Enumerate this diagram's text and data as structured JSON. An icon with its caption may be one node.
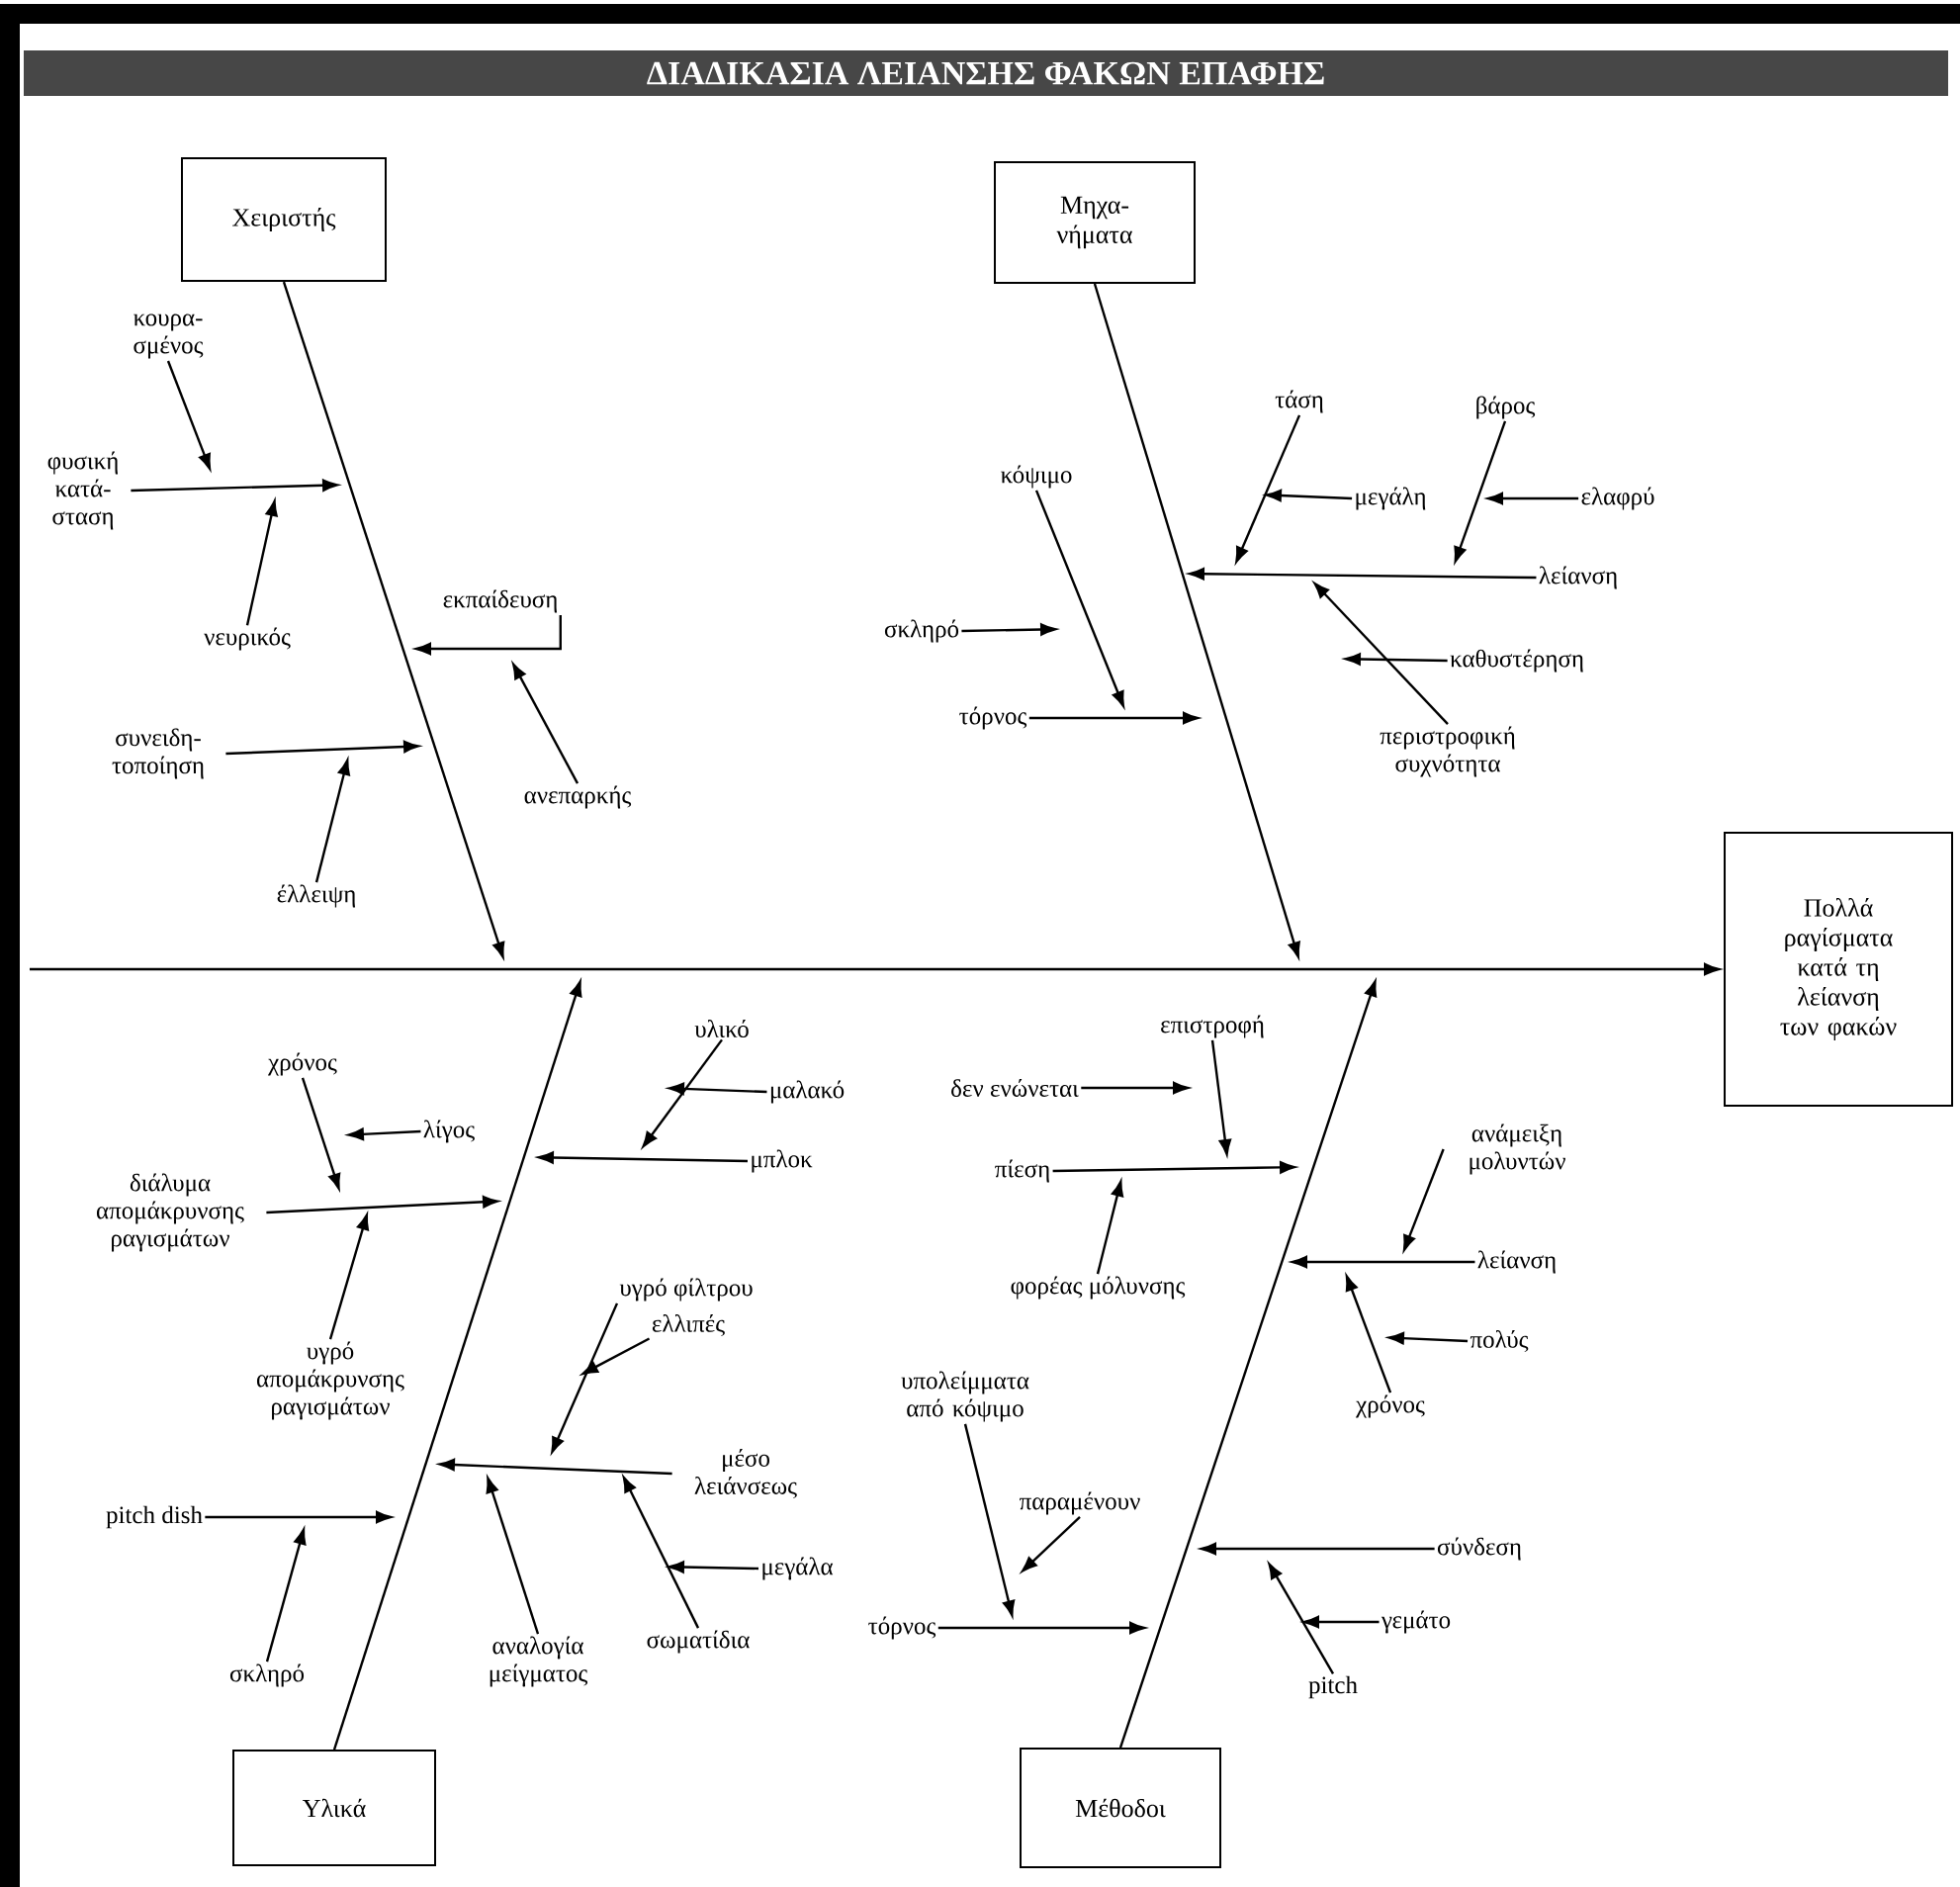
{
  "diagram": {
    "title": "ΔΙΑΔΙΚΑΣΙΑ ΛΕΙΑΝΣΗΣ ΦΑΚΩΝ ΕΠΑΦΗΣ",
    "nodes": [
      {
        "text": [
          "Χειριστής"
        ]
      },
      {
        "text": [
          "Μηχα- νήματα"
        ]
      },
      {
        "text": [
          "Πολλά ραγίσματα κατά τη λείανση των φακών"
        ]
      },
      {
        "text": [
          "Υλικά"
        ]
      },
      {
        "text": [
          "Μέθοδοι"
        ]
      },
      {
        "text": [
          "κουρα- σμένος"
        ]
      },
      {
        "text": [
          "φυσική κατά- σταση"
        ]
      },
      {
        "text": [
          "νευρικός"
        ]
      },
      {
        "text": [
          "εκπαίδευση"
        ]
      },
      {
        "text": [
          "ανεπαρκής"
        ]
      },
      {
        "text": [
          "συνειδη- τοποίηση"
        ]
      },
      {
        "text": [
          "έλλειψη"
        ]
      },
      {
        "text": [
          "τάση"
        ]
      },
      {
        "text": [
          "βάρος"
        ]
      },
      {
        "text": [
          "κόψιμο"
        ]
      },
      {
        "text": [
          "μεγάλη"
        ]
      },
      {
        "text": [
          "ελαφρύ"
        ]
      },
      {
        "text": [
          "λείανση"
        ]
      },
      {
        "text": [
          "σκληρό"
        ]
      },
      {
        "text": [
          "καθυστέρηση"
        ]
      },
      {
        "text": [
          "τόρνος"
        ]
      },
      {
        "text": [
          "περιστροφική συχνότητα"
        ]
      },
      {
        "text": [
          "υλικό"
        ]
      },
      {
        "text": [
          "χρόνος"
        ]
      },
      {
        "text": [
          "μαλακό"
        ]
      },
      {
        "text": [
          "λίγος"
        ]
      },
      {
        "text": [
          "μπλοκ"
        ]
      },
      {
        "text": [
          "διάλυμα απομάκρυνσης ραγισμάτων"
        ]
      },
      {
        "text": [
          "υγρό φίλτρου"
        ]
      },
      {
        "text": [
          "ελλιπές"
        ]
      },
      {
        "text": [
          "υγρό απομάκρυνσης ραγισμάτων"
        ]
      },
      {
        "text": [
          "μέσο λειάνσεως"
        ]
      },
      {
        "text": [
          "pitch dish"
        ]
      },
      {
        "text": [
          "μεγάλα"
        ]
      },
      {
        "text": [
          "σκληρό"
        ]
      },
      {
        "text": [
          "αναλογία μείγματος"
        ]
      },
      {
        "text": [
          "σωματίδια"
        ]
      },
      {
        "text": [
          "επιστροφή"
        ]
      },
      {
        "text": [
          "δεν ενώνεται"
        ]
      },
      {
        "text": [
          "πίεση"
        ]
      },
      {
        "text": [
          "ανάμειξη μολυντών"
        ]
      },
      {
        "text": [
          "λείανση"
        ]
      },
      {
        "text": [
          "φορέας μόλυνσης"
        ]
      },
      {
        "text": [
          "πολύς"
        ]
      },
      {
        "text": [
          "χρόνος"
        ]
      },
      {
        "text": [
          "υπολείμματα από κόψιμο"
        ]
      },
      {
        "text": [
          "παραμένουν"
        ]
      },
      {
        "text": [
          "σύνδεση"
        ]
      },
      {
        "text": [
          "τόρνος"
        ]
      },
      {
        "text": [
          "γεμάτο"
        ]
      },
      {
        "text": [
          "pitch"
        ]
      }
    ],
    "edges": [
      {
        "from": 0,
        "to": null,
        "arrow": "to"
      },
      {
        "from": 1,
        "to": null,
        "arrow": "to"
      },
      {
        "from": 3,
        "to": null,
        "arrow": "to"
      },
      {
        "from": 4,
        "to": null,
        "arrow": "to"
      },
      {
        "from": null,
        "to": 2,
        "arrow": "to"
      },
      {
        "from": 5,
        "to": null,
        "arrow": "to"
      },
      {
        "from": 6,
        "to": null,
        "arrow": "to"
      },
      {
        "from": 7,
        "to": null,
        "arrow": "to"
      },
      {
        "from": 8,
        "to": null,
        "arrow": "to"
      },
      {
        "from": 9,
        "to": null,
        "arrow": "to"
      },
      {
        "from": 10,
        "to": null,
        "arrow": "to"
      },
      {
        "from": 11,
        "to": null,
        "arrow": "to"
      },
      {
        "from": 17,
        "to": null,
        "arrow": "to"
      },
      {
        "from": 12,
        "to": null,
        "arrow": "to"
      },
      {
        "from": 15,
        "to": null,
        "arrow": "to"
      },
      {
        "from": 13,
        "to": null,
        "arrow": "to"
      },
      {
        "from": 16,
        "to": null,
        "arrow": "to"
      },
      {
        "from": 21,
        "to": null,
        "arrow": "to"
      },
      {
        "from": 19,
        "to": null,
        "arrow": "to"
      },
      {
        "from": 20,
        "to": null,
        "arrow": "to"
      },
      {
        "from": 14,
        "to": null,
        "arrow": "to"
      },
      {
        "from": 18,
        "to": null,
        "arrow": "to"
      },
      {
        "from": 26,
        "to": null,
        "arrow": "to"
      },
      {
        "from": 22,
        "to": null,
        "arrow": "to"
      },
      {
        "from": 24,
        "to": null,
        "arrow": "to"
      },
      {
        "from": 27,
        "to": null,
        "arrow": "to"
      },
      {
        "from": 23,
        "to": null,
        "arrow": "to"
      },
      {
        "from": 25,
        "to": null,
        "arrow": "to"
      },
      {
        "from": 30,
        "to": null,
        "arrow": "to"
      },
      {
        "from": 31,
        "to": null,
        "arrow": "to"
      },
      {
        "from": 28,
        "to": null,
        "arrow": "to"
      },
      {
        "from": 29,
        "to": null,
        "arrow": "to"
      },
      {
        "from": 36,
        "to": null,
        "arrow": "to"
      },
      {
        "from": 33,
        "to": null,
        "arrow": "to"
      },
      {
        "from": 35,
        "to": null,
        "arrow": "to"
      },
      {
        "from": 32,
        "to": null,
        "arrow": "to"
      },
      {
        "from": 34,
        "to": null,
        "arrow": "to"
      },
      {
        "from": 39,
        "to": null,
        "arrow": "to"
      },
      {
        "from": 37,
        "to": null,
        "arrow": "to"
      },
      {
        "from": 38,
        "to": null,
        "arrow": "to"
      },
      {
        "from": 42,
        "to": null,
        "arrow": "to"
      },
      {
        "from": 41,
        "to": null,
        "arrow": "to"
      },
      {
        "from": 40,
        "to": null,
        "arrow": "to"
      },
      {
        "from": 44,
        "to": null,
        "arrow": "to"
      },
      {
        "from": 43,
        "to": null,
        "arrow": "to"
      },
      {
        "from": 48,
        "to": null,
        "arrow": "to"
      },
      {
        "from": 45,
        "to": null,
        "arrow": "to"
      },
      {
        "from": 46,
        "to": null,
        "arrow": "to"
      },
      {
        "from": 47,
        "to": null,
        "arrow": "to"
      },
      {
        "from": 50,
        "to": null,
        "arrow": "to"
      },
      {
        "from": 49,
        "to": null,
        "arrow": "to"
      }
    ]
  }
}
